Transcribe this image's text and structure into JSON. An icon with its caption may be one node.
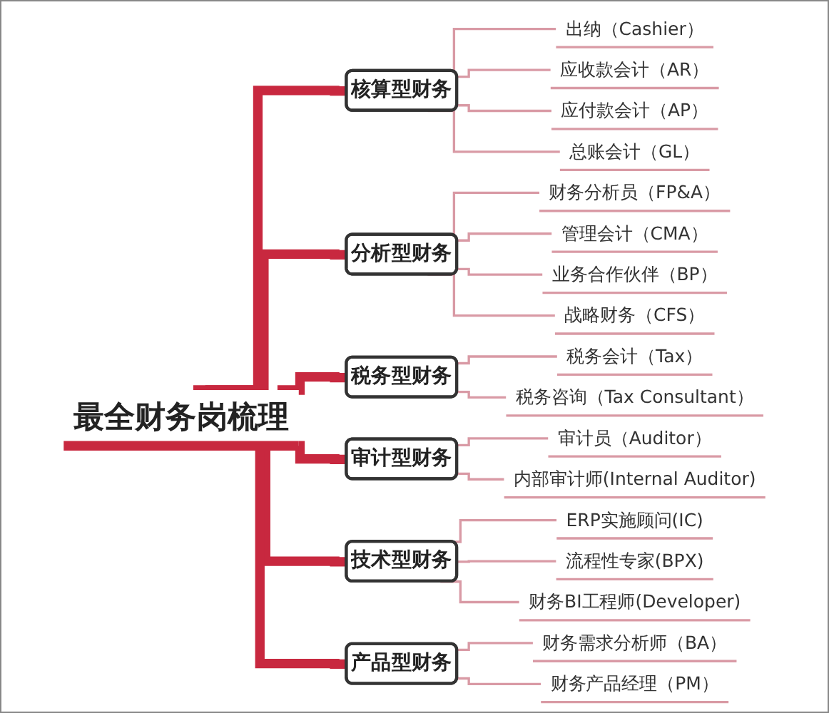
{
  "diagram": {
    "nodes": [
      {
        "text": [
          "最全财务岗梳理"
        ]
      },
      {
        "text": [
          "核算型财务"
        ]
      },
      {
        "text": [
          "出纳（Cashier）"
        ]
      },
      {
        "text": [
          "应收款会计（AR）"
        ]
      },
      {
        "text": [
          "应付款会计（AP）"
        ]
      },
      {
        "text": [
          "总账会计（GL）"
        ]
      },
      {
        "text": [
          "分析型财务"
        ]
      },
      {
        "text": [
          "财务分析员（FP&A）"
        ]
      },
      {
        "text": [
          "管理会计（CMA）"
        ]
      },
      {
        "text": [
          "业务合作伙伴（BP）"
        ]
      },
      {
        "text": [
          "战略财务（CFS）"
        ]
      },
      {
        "text": [
          "税务型财务"
        ]
      },
      {
        "text": [
          "税务会计（Tax）"
        ]
      },
      {
        "text": [
          "税务咨询（Tax Consultant）"
        ]
      },
      {
        "text": [
          "审计型财务"
        ]
      },
      {
        "text": [
          "审计员（Auditor）"
        ]
      },
      {
        "text": [
          "内部审计师(Internal Auditor)"
        ]
      },
      {
        "text": [
          "技术型财务"
        ]
      },
      {
        "text": [
          "ERP实施顾问(IC)"
        ]
      },
      {
        "text": [
          "流程性专家(BPX)"
        ]
      },
      {
        "text": [
          "财务BI工程师(Developer)"
        ]
      },
      {
        "text": [
          "产品型财务"
        ]
      },
      {
        "text": [
          "财务需求分析师（BA）"
        ]
      },
      {
        "text": [
          "财务产品经理（PM）"
        ]
      }
    ],
    "edges": [
      {
        "from": 0,
        "to": 1,
        "arrow": "none",
        "style": "thick",
        "color": "#c8283f"
      },
      {
        "from": 0,
        "to": 6,
        "arrow": "none",
        "style": "thick",
        "color": "#c8283f"
      },
      {
        "from": 0,
        "to": 11,
        "arrow": "none",
        "style": "thick",
        "color": "#c8283f"
      },
      {
        "from": 0,
        "to": 14,
        "arrow": "none",
        "style": "thick",
        "color": "#c8283f"
      },
      {
        "from": 0,
        "to": 17,
        "arrow": "none",
        "style": "thick",
        "color": "#c8283f"
      },
      {
        "from": 0,
        "to": 21,
        "arrow": "none",
        "style": "thick",
        "color": "#c8283f"
      },
      {
        "from": 1,
        "to": 2,
        "arrow": "none"
      },
      {
        "from": 1,
        "to": 3,
        "arrow": "none"
      },
      {
        "from": 1,
        "to": 4,
        "arrow": "none"
      },
      {
        "from": 1,
        "to": 5,
        "arrow": "none"
      },
      {
        "from": 6,
        "to": 7,
        "arrow": "none"
      },
      {
        "from": 6,
        "to": 8,
        "arrow": "none"
      },
      {
        "from": 6,
        "to": 9,
        "arrow": "none"
      },
      {
        "from": 6,
        "to": 10,
        "arrow": "none"
      },
      {
        "from": 11,
        "to": 12,
        "arrow": "none"
      },
      {
        "from": 11,
        "to": 13,
        "arrow": "none"
      },
      {
        "from": 14,
        "to": 15,
        "arrow": "none"
      },
      {
        "from": 14,
        "to": 16,
        "arrow": "none"
      },
      {
        "from": 17,
        "to": 18,
        "arrow": "none"
      },
      {
        "from": 17,
        "to": 19,
        "arrow": "none"
      },
      {
        "from": 17,
        "to": 20,
        "arrow": "none"
      },
      {
        "from": 21,
        "to": 22,
        "arrow": "none"
      },
      {
        "from": 21,
        "to": 23,
        "arrow": "none"
      }
    ]
  }
}
